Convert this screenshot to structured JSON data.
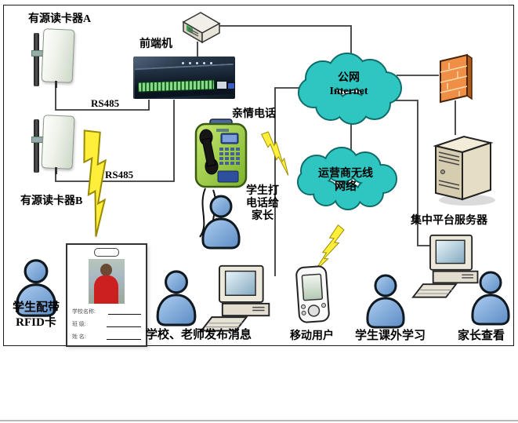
{
  "diagram": {
    "readers": {
      "a_label": "有源读卡器A",
      "b_label": "有源读卡器B",
      "bus_a": "RS485",
      "bus_b": "RS485"
    },
    "front_end": {
      "label": "前端机"
    },
    "clouds": {
      "internet": {
        "line1": "公网",
        "line2": "Internet"
      },
      "carrier": {
        "line1": "运营商无线",
        "line2": "网络"
      }
    },
    "phone": {
      "label": "亲情电话",
      "caption_line1": "学生打",
      "caption_line2": "电话给",
      "caption_line3": "家长"
    },
    "server": {
      "label": "集中平台服务器"
    },
    "rfid": {
      "caption_line1": "学生配带",
      "caption_line2": "RFID卡",
      "card": {
        "field_school": "学校名称:",
        "field_class": "班 级:",
        "field_name": "姓 名:"
      }
    },
    "bottom": {
      "school_teacher": "学校、老师发布消息",
      "mobile_user": "移动用户",
      "student_study": "学生课外学习",
      "parent_view": "家长查看"
    },
    "colors": {
      "cloud_fill": "#2FC6C2",
      "person_blue": "#7BA7DD",
      "firewall_orange": "#EF8F45",
      "server_beige": "#E6DEC4",
      "phone_green": "#9CCE48",
      "lightning_yellow": "#FFEE3A"
    }
  }
}
